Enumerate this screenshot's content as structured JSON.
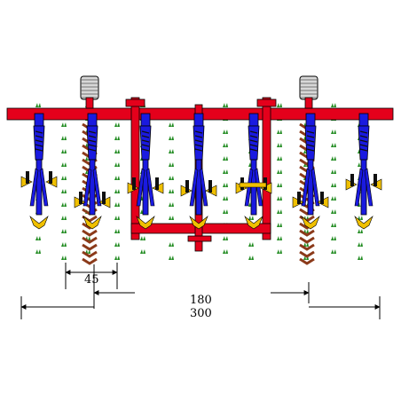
{
  "dimensions": {
    "small_spacing": "45",
    "mid_spacing": "180",
    "total_width": "300"
  },
  "colors": {
    "frame": "#e4001b",
    "unit_body": "#1a1ae0",
    "spring": "#101010",
    "bracket": "#f0c000",
    "wheel": "#d8d8d8",
    "plant": "#1e8a1e",
    "furrow": "#8b3a1a",
    "background": "#ffffff"
  },
  "layout": {
    "crop_rows": 12,
    "cultivator_units": 7,
    "gauge_wheels": 2
  }
}
